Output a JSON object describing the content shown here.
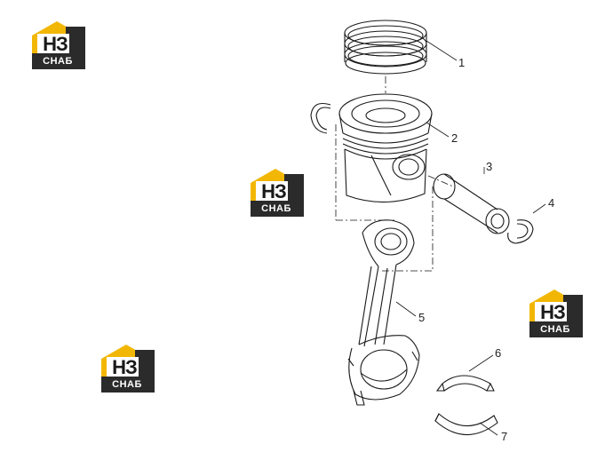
{
  "colors": {
    "logo_yellow": "#f2b705",
    "logo_dark": "#2b2b2b",
    "line": "#1a1a1a",
    "background": "#ffffff"
  },
  "watermark": {
    "mark": "НЗ",
    "text": "СНАБ"
  },
  "callouts": [
    "1",
    "2",
    "3",
    "4",
    "5",
    "6",
    "7"
  ],
  "parts": [
    "piston-rings",
    "piston",
    "piston-pin",
    "circlip",
    "connecting-rod",
    "bearing-shell-upper",
    "bearing-shell-lower"
  ]
}
